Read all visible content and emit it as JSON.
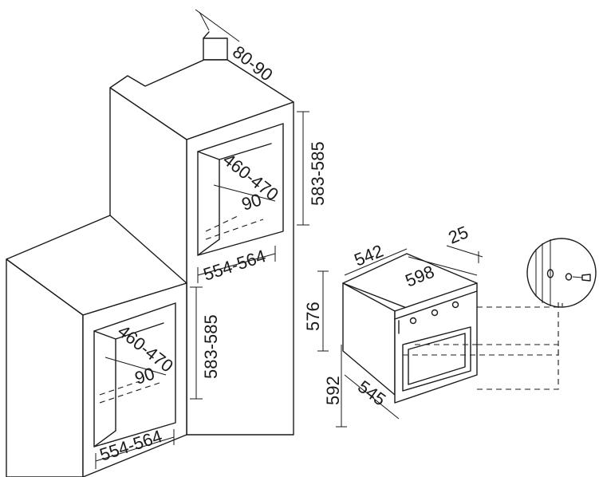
{
  "diagram": {
    "labels": {
      "upper_width_depth": "80-90",
      "upper_height": "583-585",
      "upper_depth": "460-470",
      "upper_gap": "90",
      "upper_width": "554-564",
      "lower_height": "583-585",
      "lower_depth": "460-470",
      "lower_gap": "90",
      "lower_width": "554-564",
      "oven_depth_top": "542",
      "oven_width": "598",
      "oven_panel": "25",
      "oven_height_upper": "576",
      "oven_height_lower": "592",
      "oven_depth_bottom": "545"
    }
  }
}
